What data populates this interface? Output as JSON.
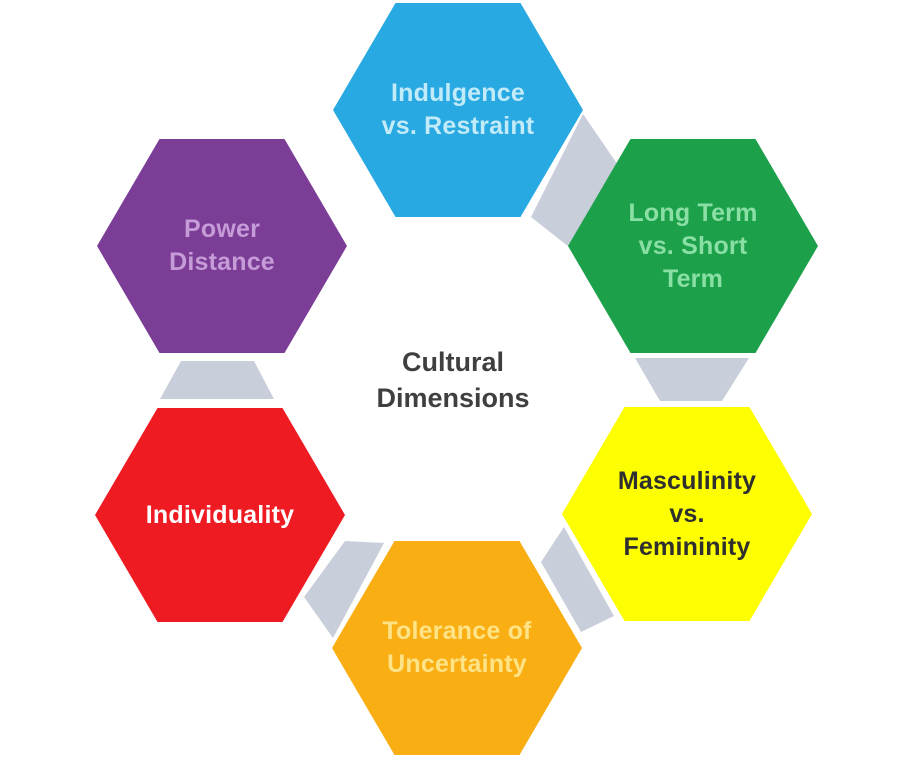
{
  "diagram": {
    "title": "Cultural\nDimensions",
    "title_color": "#3f3f3f",
    "background": "#ffffff",
    "connector_color": "#c9cedb",
    "nodes": [
      {
        "id": "indulgence-vs-restraint",
        "label": "Indulgence\nvs. Restraint",
        "fill": "#29a9e1",
        "text_color": "#c2ebfa"
      },
      {
        "id": "long-term-vs-short-term",
        "label": "Long Term\nvs. Short\nTerm",
        "fill": "#1ca04a",
        "text_color": "#8adfa4"
      },
      {
        "id": "masculinity-vs-femininity",
        "label": "Masculinity\nvs.\nFemininity",
        "fill": "#fdff00",
        "text_color": "#2f2f2f"
      },
      {
        "id": "tolerance-of-uncertainty",
        "label": "Tolerance of\nUncertainty",
        "fill": "#f9ae13",
        "text_color": "#ffe387"
      },
      {
        "id": "individuality",
        "label": "Individuality",
        "fill": "#ee1b22",
        "text_color": "#ffffff"
      },
      {
        "id": "power-distance",
        "label": "Power\nDistance",
        "fill": "#7c3d96",
        "text_color": "#c59cd8"
      }
    ],
    "connectors": [
      {
        "id": "blue-to-green"
      },
      {
        "id": "green-to-yellow"
      },
      {
        "id": "yellow-to-orange"
      },
      {
        "id": "orange-to-red"
      },
      {
        "id": "red-to-purple"
      }
    ]
  }
}
